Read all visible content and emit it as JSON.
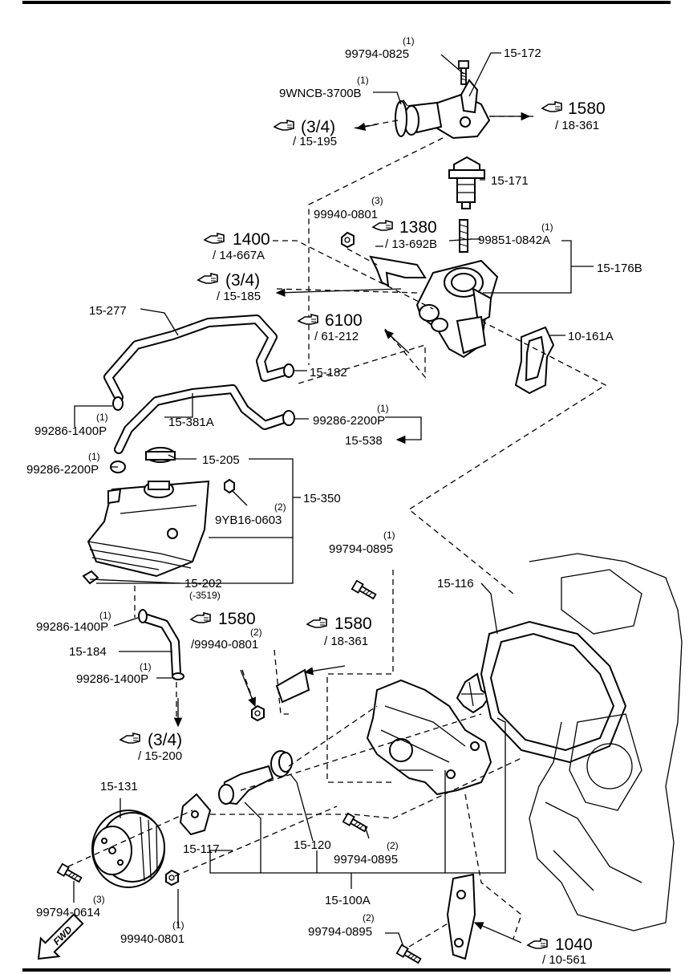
{
  "parts": {
    "p15172": "15-172",
    "p99794_0825": "99794-0825",
    "p99794_0825_qty": "(1)",
    "p9wncb": "9WNCB-3700B",
    "p9wncb_qty": "(1)",
    "p15171": "15-171",
    "p99940_0801_top": "99940-0801",
    "p99940_0801_top_qty": "(3)",
    "p99851": "99851-0842A",
    "p99851_qty": "(1)",
    "p15176b": "15-176B",
    "p10161a": "10-161A",
    "p15277": "15-277",
    "p15182": "15-182",
    "p99286_1400p_a": "99286-1400P",
    "p99286_1400p_a_qty": "(1)",
    "p15381a": "15-381A",
    "p99286_2200p_a": "99286-2200P",
    "p99286_2200p_a_qty": "(1)",
    "p15538": "15-538",
    "p99286_2200p_b": "99286-2200P",
    "p99286_2200p_b_qty": "(1)",
    "p15205": "15-205",
    "p15350": "15-350",
    "p9yb16": "9YB16-0603",
    "p9yb16_qty": "(2)",
    "p15202": "15-202",
    "p15202_note": "(-3519)",
    "p99794_0895_a": "99794-0895",
    "p99794_0895_a_qty": "(1)",
    "p15116": "15-116",
    "p99286_1400p_b": "99286-1400P",
    "p99286_1400p_b_qty": "(1)",
    "p15184": "15-184",
    "p99286_1400p_c": "99286-1400P",
    "p99286_1400p_c_qty": "(1)",
    "p15131": "15-131",
    "p15117": "15-117",
    "p15120": "15-120",
    "p99794_0895_b": "99794-0895",
    "p99794_0895_b_qty": "(2)",
    "p99794_0614": "99794-0614",
    "p99794_0614_qty": "(3)",
    "p99940_0801_bot": "99940-0801",
    "p99940_0801_bot_qty": "(1)",
    "p15100a": "15-100A",
    "p99794_0895_c": "99794-0895",
    "p99794_0895_c_qty": "(2)",
    "p99940_0801_mid": "/99940-0801",
    "p99940_0801_mid_qty": "(2)"
  },
  "refs": {
    "r1580_top": {
      "num": "1580",
      "sub": "/ 18-361"
    },
    "r34_top": {
      "num": "(3/4)",
      "sub": "/ 15-195"
    },
    "r1400": {
      "num": "1400",
      "sub": "/ 14-667A"
    },
    "r1380": {
      "num": "1380",
      "sub": "/ 13-692B"
    },
    "r34_mid": {
      "num": "(3/4)",
      "sub": "/ 15-185"
    },
    "r6100": {
      "num": "6100",
      "sub": "/ 61-212"
    },
    "r1580_left": {
      "num": "1580"
    },
    "r1580_right": {
      "num": "1580",
      "sub": "/ 18-361"
    },
    "r34_bot": {
      "num": "(3/4)",
      "sub": "/ 15-200"
    },
    "r1040": {
      "num": "1040",
      "sub": "/ 10-561"
    }
  },
  "fwd": "FWD",
  "icons": {
    "ref": "pointing-hand-icon",
    "fwd": "fwd-arrow-icon"
  }
}
